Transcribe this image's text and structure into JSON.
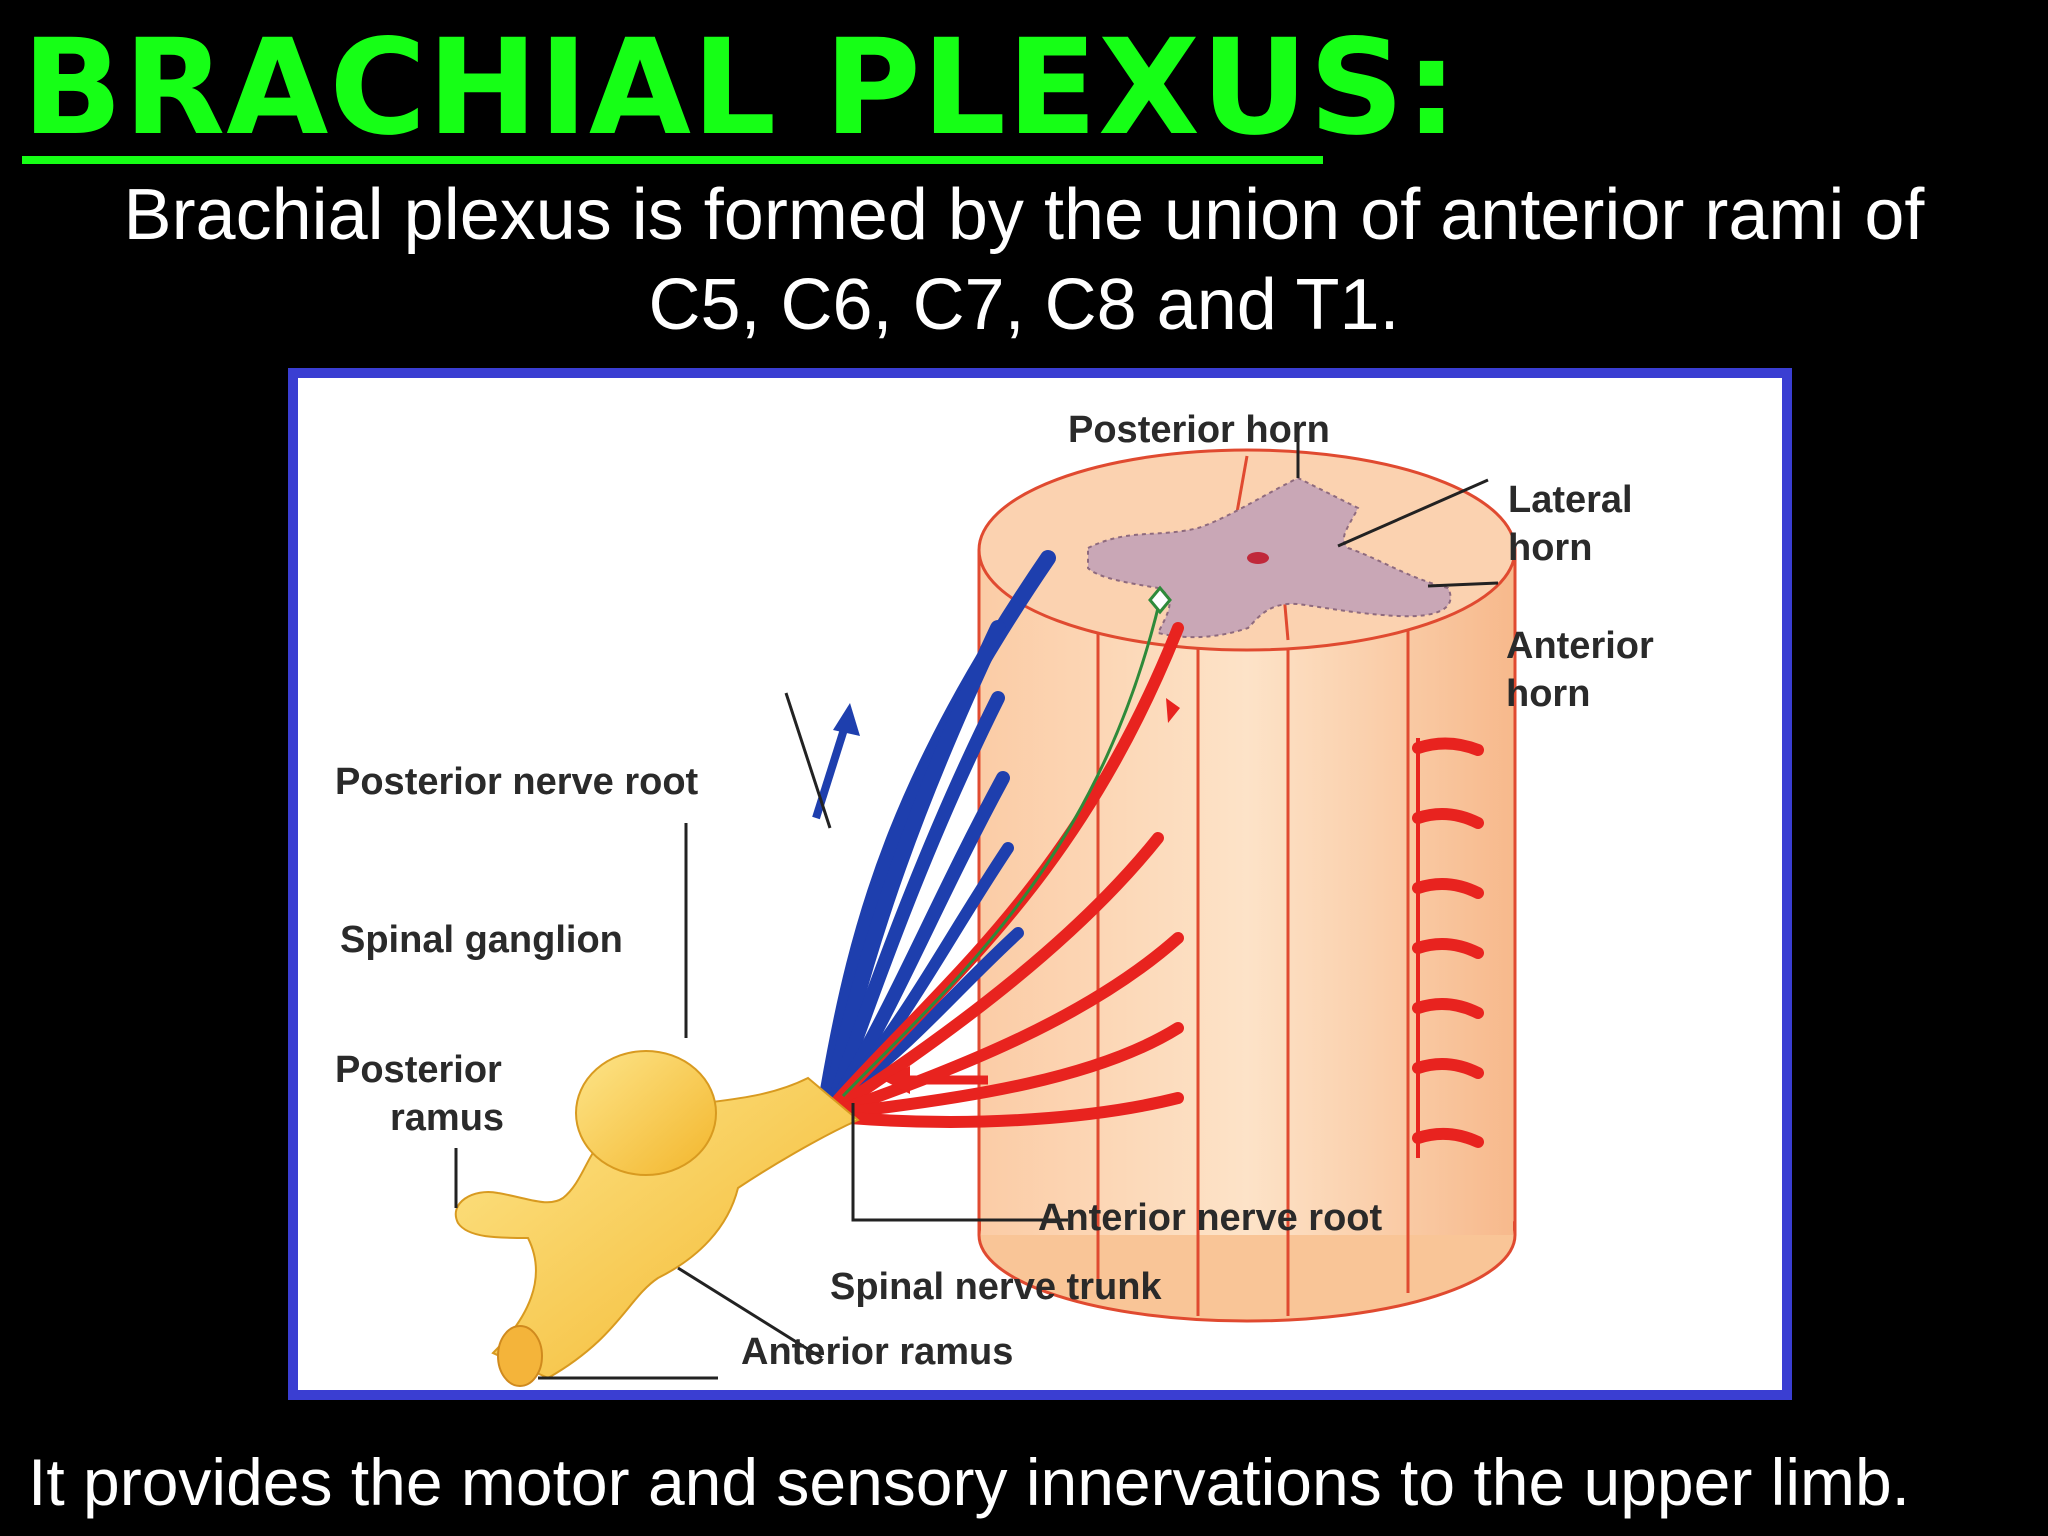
{
  "slide": {
    "title": "BRACHIAL PLEXUS:",
    "intro_line1": "Brachial plexus is formed by the union of anterior rami of",
    "intro_line2": "C5, C6, C7, C8 and T1.",
    "footer": "It provides the motor and sensory innervations to the upper limb."
  },
  "diagram": {
    "labels": {
      "posterior_horn": "Posterior horn",
      "lateral_horn_1": "Lateral",
      "lateral_horn_2": "horn",
      "anterior_horn_1": "Anterior",
      "anterior_horn_2": "horn",
      "posterior_nerve_root": "Posterior nerve root",
      "spinal_ganglion": "Spinal ganglion",
      "posterior_ramus_1": "Posterior",
      "posterior_ramus_2": "ramus",
      "anterior_nerve_root": "Anterior nerve root",
      "spinal_nerve_trunk": "Spinal nerve trunk",
      "anterior_ramus": "Anterior ramus"
    },
    "colors": {
      "title_green": "#16ff16",
      "frame_blue": "#3a3ed2",
      "posterior_root_blue": "#1e3fae",
      "anterior_root_red": "#e8231f",
      "spinal_cord": "#fbcca0",
      "grey_matter": "#c9a7b6",
      "ganglion_yellow": "#f7cf49"
    }
  }
}
